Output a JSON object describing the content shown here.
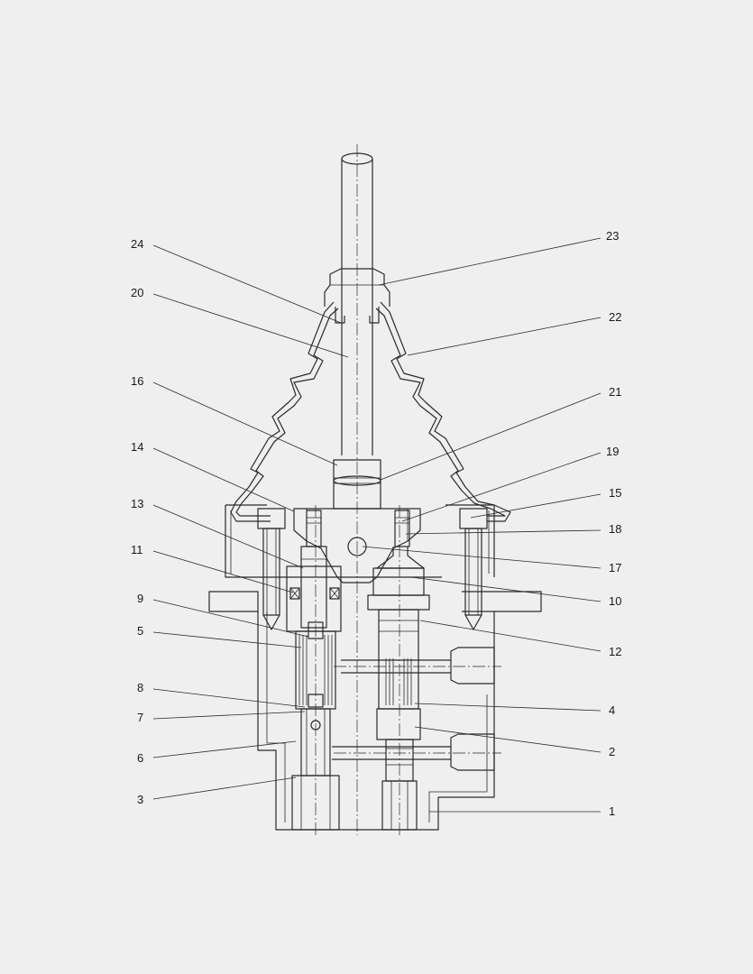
{
  "diagram": {
    "callouts": [
      {
        "id": "24",
        "side": "left"
      },
      {
        "id": "20",
        "side": "left"
      },
      {
        "id": "16",
        "side": "left"
      },
      {
        "id": "14",
        "side": "left"
      },
      {
        "id": "13",
        "side": "left"
      },
      {
        "id": "11",
        "side": "left"
      },
      {
        "id": "9",
        "side": "left"
      },
      {
        "id": "5",
        "side": "left"
      },
      {
        "id": "8",
        "side": "left"
      },
      {
        "id": "7",
        "side": "left"
      },
      {
        "id": "6",
        "side": "left"
      },
      {
        "id": "3",
        "side": "left"
      },
      {
        "id": "23",
        "side": "right"
      },
      {
        "id": "22",
        "side": "right"
      },
      {
        "id": "21",
        "side": "right"
      },
      {
        "id": "19",
        "side": "right"
      },
      {
        "id": "15",
        "side": "right"
      },
      {
        "id": "18",
        "side": "right"
      },
      {
        "id": "17",
        "side": "right"
      },
      {
        "id": "10",
        "side": "right"
      },
      {
        "id": "12",
        "side": "right"
      },
      {
        "id": "4",
        "side": "right"
      },
      {
        "id": "2",
        "side": "right"
      },
      {
        "id": "1",
        "side": "right"
      }
    ],
    "line_color": "#2a2a2a",
    "background": "#efefef"
  }
}
